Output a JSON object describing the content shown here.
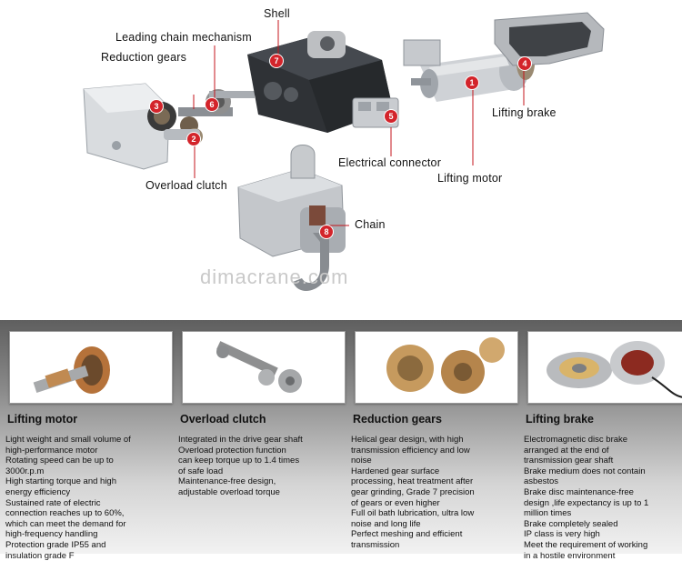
{
  "labels": {
    "shell": "Shell",
    "leading_chain": "Leading chain mechanism",
    "reduction_gears": "Reduction gears",
    "lifting_brake": "Lifting brake",
    "electrical_connector": "Electrical connector",
    "lifting_motor": "Lifting motor",
    "overload_clutch": "Overload clutch",
    "chain": "Chain"
  },
  "badges": [
    "1",
    "2",
    "3",
    "4",
    "5",
    "6",
    "7",
    "8"
  ],
  "watermark": "dimacrane.com",
  "features": [
    {
      "title": "Lifting motor",
      "lines": [
        "Light weight and small volume of",
        "high-performance motor",
        "Rotating speed can be up to",
        "3000r.p.m",
        "High starting torque and high",
        "energy efficiency",
        "Sustained rate of electric",
        "connection reaches up to 60%,",
        "which can meet the demand for",
        "high-frequency handling",
        "Protection grade IP55 and",
        "insulation grade F"
      ]
    },
    {
      "title": "Overload clutch",
      "lines": [
        "Integrated in the drive gear shaft",
        "Overload protection function",
        "can keep torque up to 1.4 times",
        "of safe load",
        "Maintenance-free design,",
        "adjustable overload torque"
      ]
    },
    {
      "title": "Reduction gears",
      "lines": [
        "Helical gear design, with high",
        "transmission efficiency and low",
        "noise",
        "Hardened gear surface",
        "processing, heat treatment after",
        "gear grinding, Grade 7 precision",
        "of gears or even higher",
        "Full oil bath lubrication, ultra low",
        "noise and long life",
        "Perfect meshing and efficient",
        "transmission"
      ]
    },
    {
      "title": "Lifting brake",
      "lines": [
        "Electromagnetic disc brake",
        "arranged at the end of",
        "transmission gear shaft",
        "Brake medium does not contain",
        "asbestos",
        "Brake disc maintenance-free",
        "design ,life expectancy is up to 1",
        "million times",
        "Brake completely sealed",
        "IP class is very high",
        "Meet the requirement of working",
        "in a hostile environment"
      ]
    }
  ],
  "colors": {
    "badge": "#d3242b",
    "leader": "#c4151c",
    "metal": "#bfc3c8",
    "dark_metal": "#3c3f44"
  }
}
